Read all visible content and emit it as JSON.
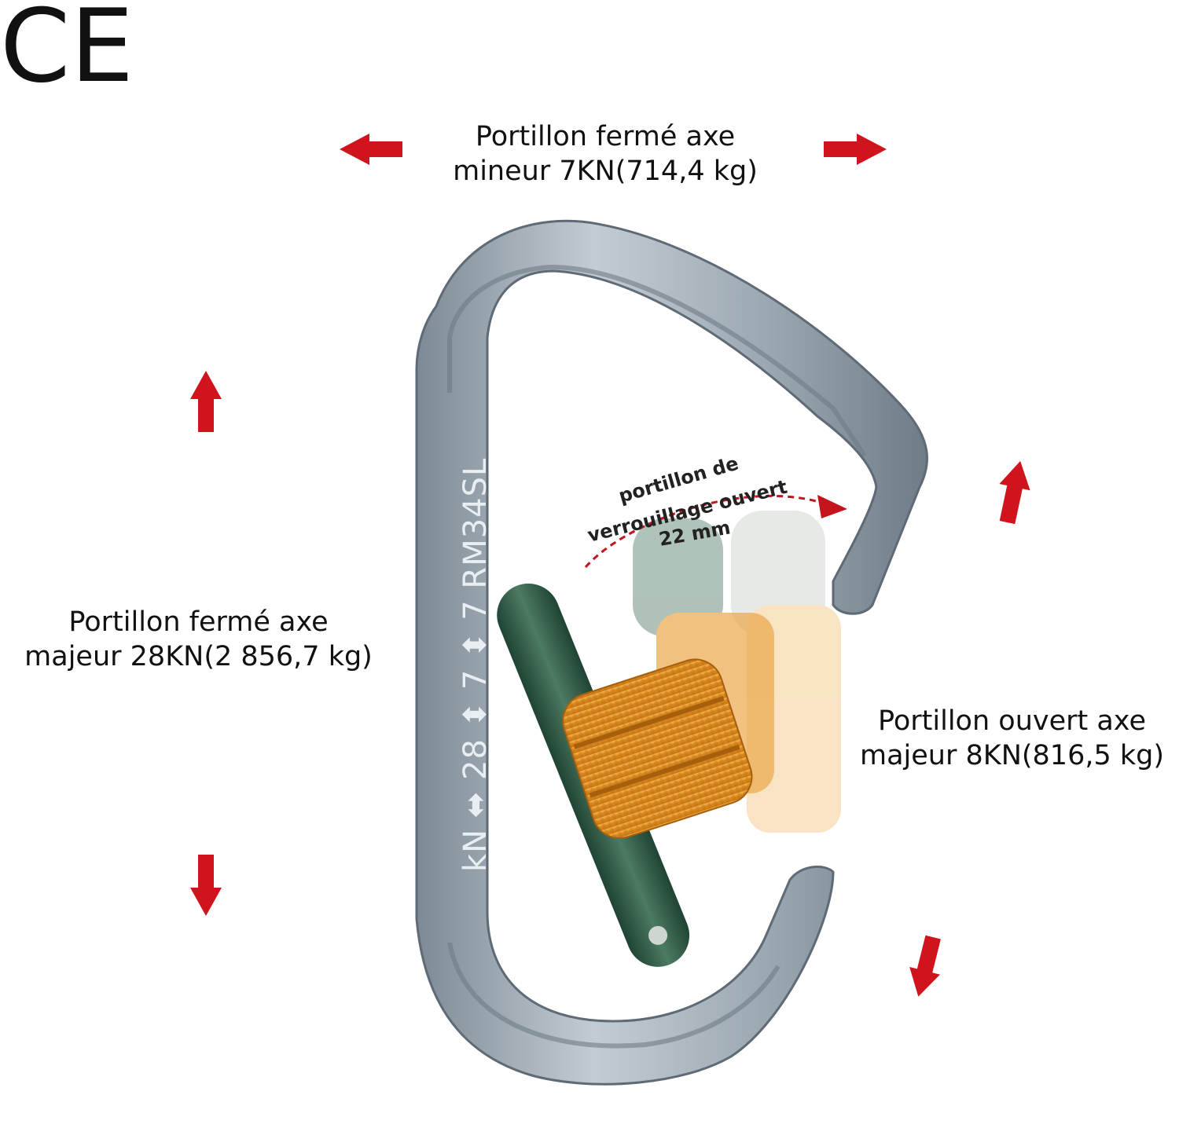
{
  "certification_mark": "CE",
  "labels": {
    "closed_minor": [
      "Portillon fermé axe",
      "mineur 7KN(714,4 kg)"
    ],
    "closed_major": [
      "Portillon fermé axe",
      "majeur 28KN(2 856,7 kg)"
    ],
    "open_major": [
      "Portillon ouvert axe",
      "majeur 8KN(816,5 kg)"
    ],
    "gate_opening": [
      "portillon de",
      "verrouillage ouvert",
      "22 mm"
    ]
  },
  "spine_marking": "kN ⬌ 28 ⬍ 7 ⬍ 7 RM34SL",
  "colors": {
    "arrow": "#d0141e",
    "carabiner": "#9aa6b0",
    "gate": "#2f5a44",
    "sleeve": "#e69a2a"
  }
}
